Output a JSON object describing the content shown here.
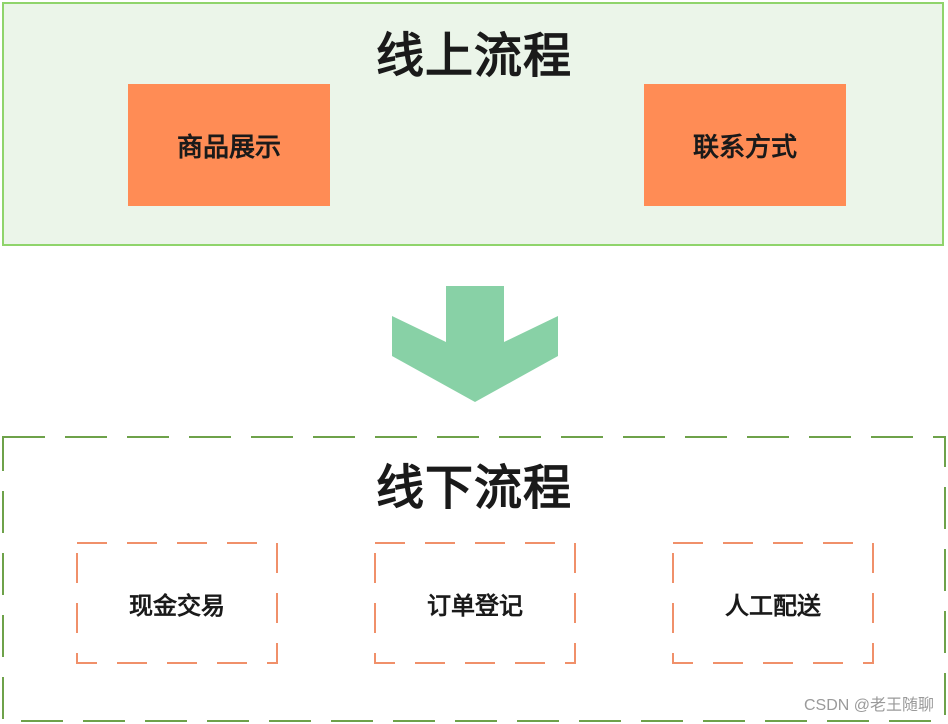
{
  "online": {
    "title": "线上流程",
    "boxes": [
      "商品展示",
      "联系方式"
    ],
    "fill_color": "#ebf5e9",
    "border_color": "#8fd46b",
    "box_color": "#ff8c55"
  },
  "arrow": {
    "direction": "down",
    "color": "#88d1a6"
  },
  "offline": {
    "title": "线下流程",
    "boxes": [
      "现金交易",
      "订单登记",
      "人工配送"
    ],
    "border_color": "#6ea24a",
    "box_border_color": "#f0906a"
  },
  "watermark": "CSDN @老王随聊"
}
